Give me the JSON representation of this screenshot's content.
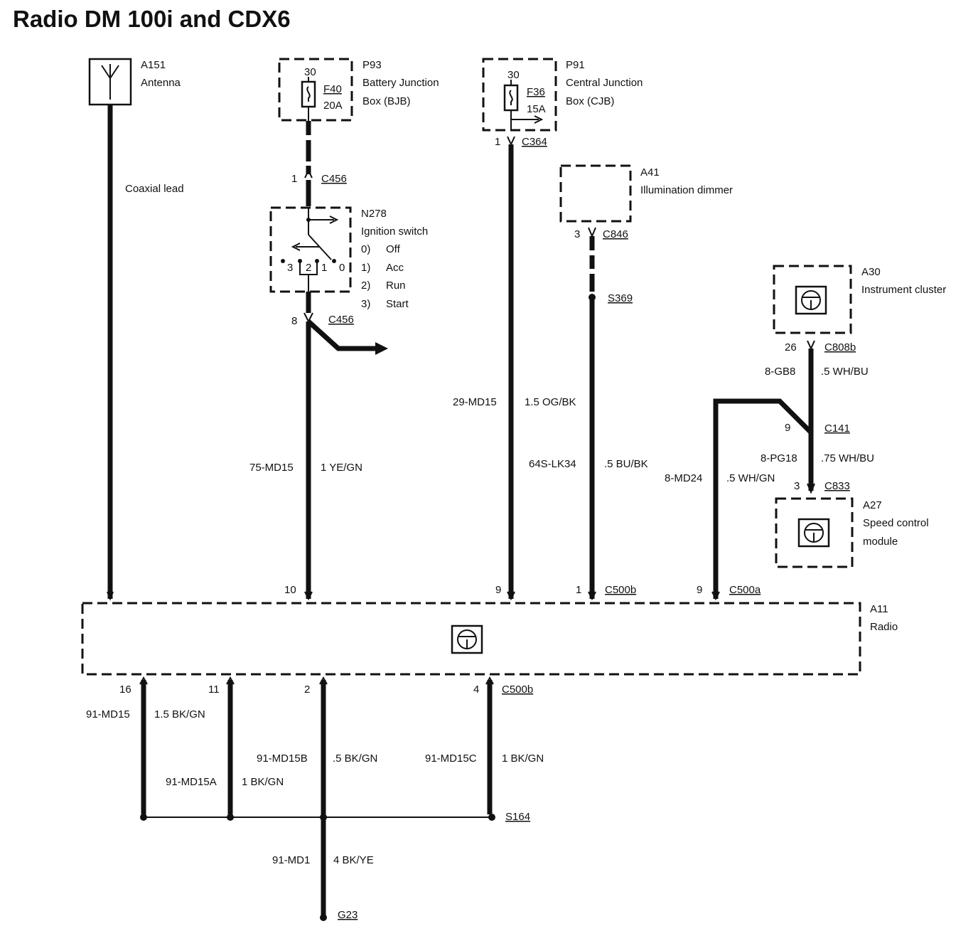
{
  "title": "Radio DM 100i and CDX6",
  "components": {
    "antenna": {
      "id": "A151",
      "name": "Antenna",
      "lead": "Coaxial lead"
    },
    "bjb": {
      "id": "P93",
      "name1": "Battery Junction",
      "name2": "Box (BJB)",
      "fuse": "F40",
      "rating": "20A",
      "terminal": "30"
    },
    "cjb": {
      "id": "P91",
      "name1": "Central Junction",
      "name2": "Box (CJB)",
      "fuse": "F36",
      "rating": "15A",
      "terminal": "30"
    },
    "dimmer": {
      "id": "A41",
      "name": "Illumination dimmer"
    },
    "ignition": {
      "id": "N278",
      "name": "Ignition switch",
      "pos0": "0)",
      "pos1": "1)",
      "pos2": "2)",
      "pos3": "3)",
      "state0": "Off",
      "state1": "Acc",
      "state2": "Run",
      "state3": "Start",
      "t3": "3",
      "t2": "2",
      "t1": "1",
      "t0": "0"
    },
    "cluster": {
      "id": "A30",
      "name": "Instrument cluster"
    },
    "speed": {
      "id": "A27",
      "name1": "Speed control",
      "name2": "module"
    },
    "radio": {
      "id": "A11",
      "name": "Radio"
    }
  },
  "connectors": {
    "c364": "C364",
    "c364_pin": "1",
    "c456_top": "C456",
    "c456_top_pin": "1",
    "c456_bot": "C456",
    "c456_bot_pin": "8",
    "c846": "C846",
    "c846_pin": "3",
    "s369": "S369",
    "c808b": "C808b",
    "c808b_pin": "26",
    "c141": "C141",
    "c141_pin": "9",
    "c833": "C833",
    "c833_pin": "3",
    "c500b_top": "C500b",
    "pin10": "10",
    "pin9a": "9",
    "pin1": "1",
    "c500a": "C500a",
    "pin9b": "9",
    "c500b_bot": "C500b",
    "pin16": "16",
    "pin11": "11",
    "pin2": "2",
    "pin4": "4",
    "s164": "S164",
    "g23": "G23"
  },
  "wires": {
    "w1_circuit": "75-MD15",
    "w1_spec": "1 YE/GN",
    "w2_circuit": "29-MD15",
    "w2_spec": "1.5 OG/BK",
    "w3_circuit": "64S-LK34",
    "w3_spec": ".5 BU/BK",
    "w4_circuit": "8-MD24",
    "w4_spec": ".5 WH/GN",
    "w5_circuit": "8-GB8",
    "w5_spec": ".5 WH/BU",
    "w6_circuit": "8-PG18",
    "w6_spec": ".75 WH/BU",
    "g1_circuit": "91-MD15",
    "g1_spec": "1.5 BK/GN",
    "g2_circuit": "91-MD15A",
    "g2_spec": "1 BK/GN",
    "g3_circuit": "91-MD15B",
    "g3_spec": ".5 BK/GN",
    "g4_circuit": "91-MD15C",
    "g4_spec": "1 BK/GN",
    "g5_circuit": "91-MD1",
    "g5_spec": "4 BK/YE"
  },
  "icons": [
    "antenna-icon",
    "fuse-icon",
    "switch-icon",
    "module-icon"
  ]
}
